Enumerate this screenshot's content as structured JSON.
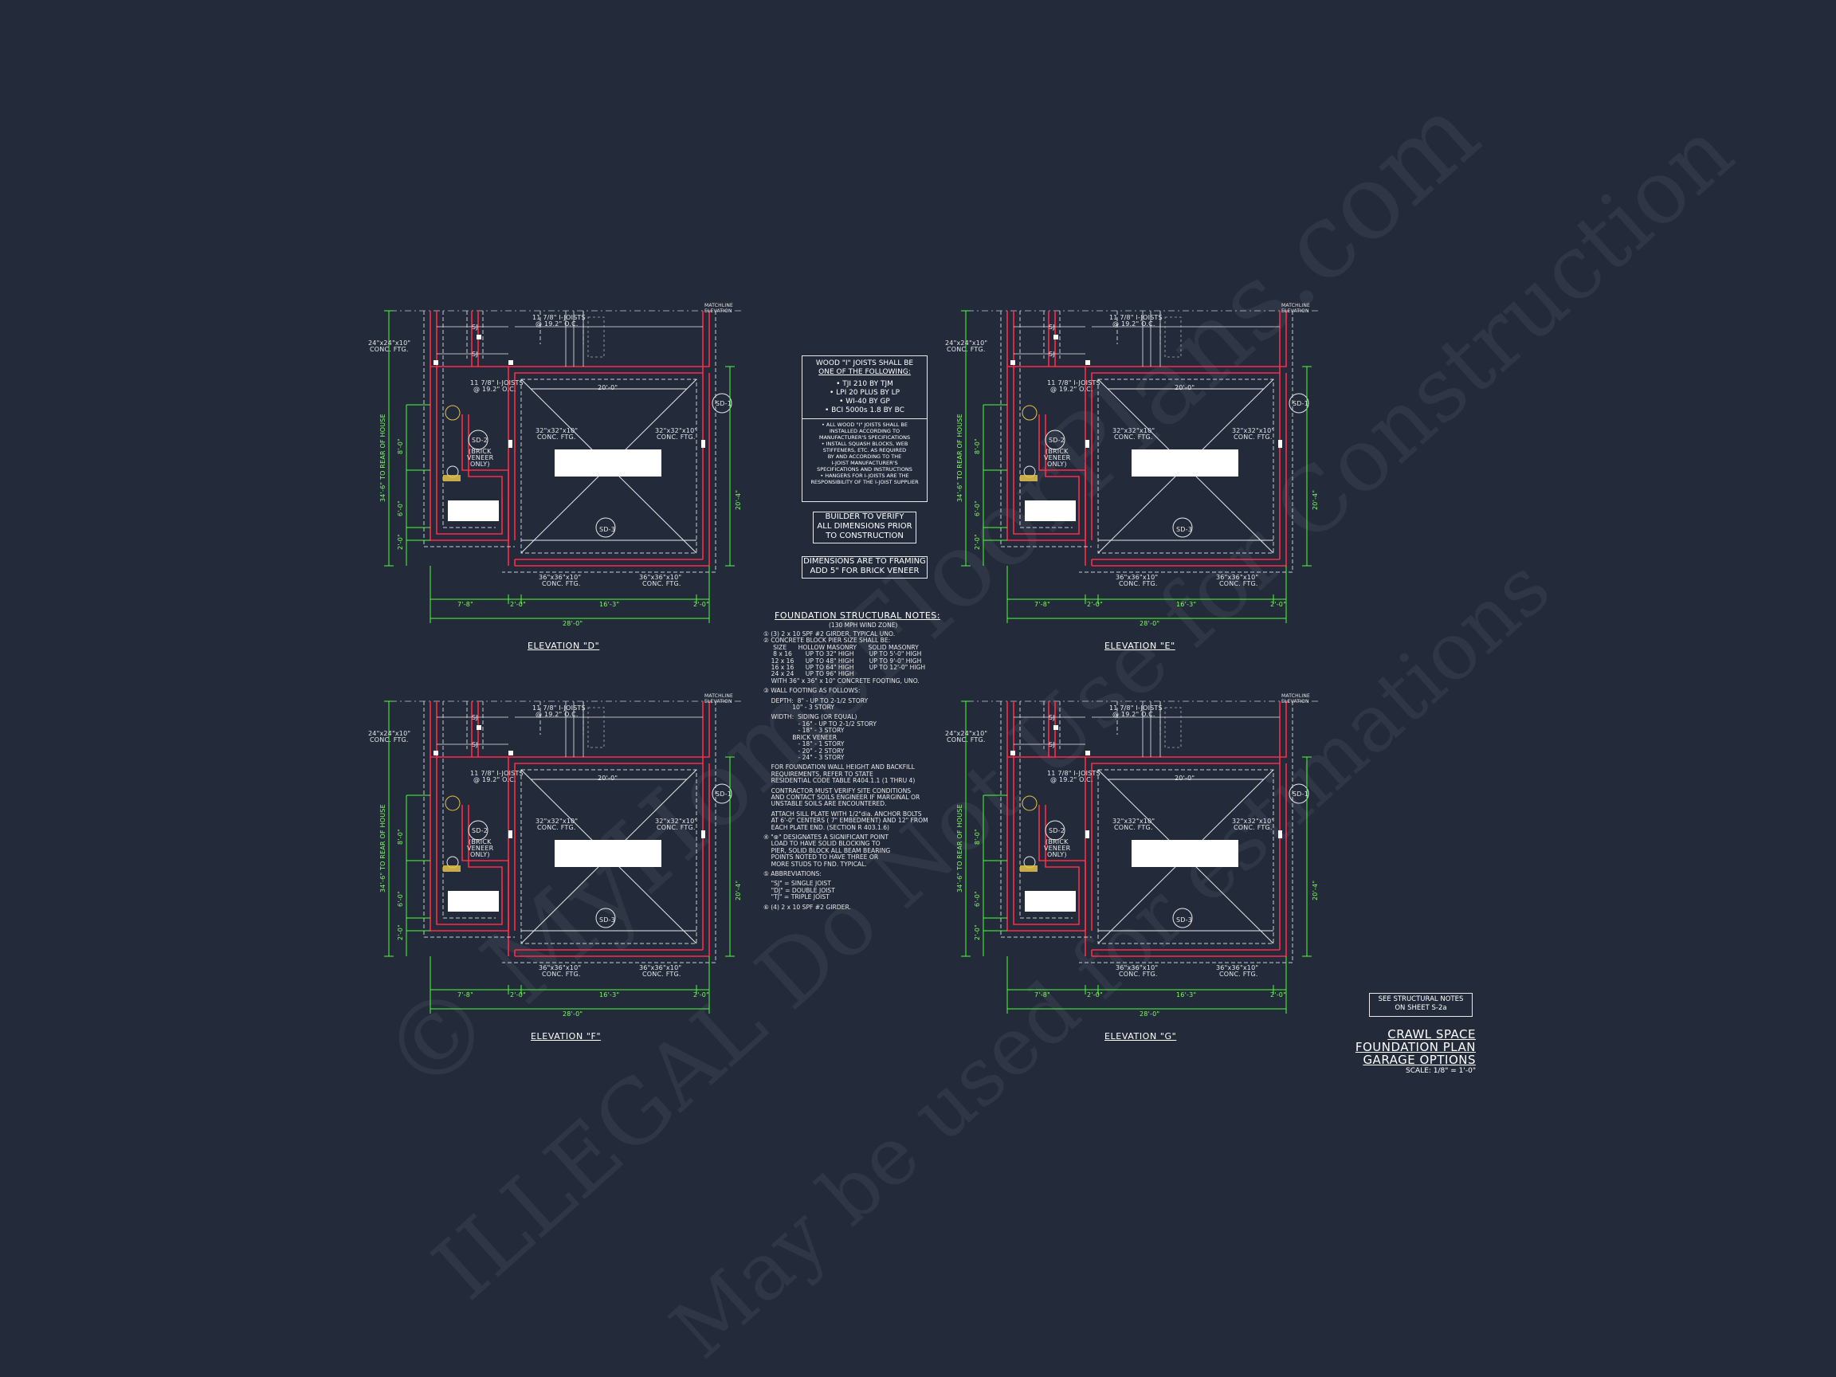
{
  "watermarks": [
    "© MyHomeFloorPlans.com",
    "ILLEGAL Do Not Use for Construction",
    "May be used for estimations"
  ],
  "plan_labels": {
    "matchline": "MATCHLINE",
    "elevation": "ELEVATION",
    "joist_top_1": "11 7/8\" I-JOISTS",
    "joist_top_2": "@ 19.2\" O.C.",
    "sj": "SJ",
    "footing_24": "24\"x24\"x10\"",
    "conc_ftg": "CONC. FTG.",
    "joist_mid_1": "11 7/8\" I-JOISTS",
    "joist_mid_2": "@ 19.2\" O.C.",
    "dim_20": "20'-0\"",
    "footing_32": "32\"x32\"x10\"",
    "footing_32b": "CONC. FTG.",
    "footing_36": "36\"x36\"x10\"",
    "footing_36b": "CONC. FTG.",
    "sd2": "SD-2",
    "sd3": "SD-3",
    "sd1": "SD-1",
    "brick_1": "(BRICK",
    "brick_2": "VENEER",
    "brick_3": "ONLY)",
    "dim_34": "34'-6\" TO REAR OF HOUSE",
    "dim_20_4": "20'-4\"",
    "dim_8_0": "8'-0\"",
    "dim_6_0": "6'-0\"",
    "dim_2_0": "2'-0\"",
    "dim_7_8": "7'-8\"",
    "dim_2_0h": "2'-0\"",
    "dim_16_3": "16'-3\"",
    "dim_2_0r": "2'-0\"",
    "dim_28_0": "28'-0\""
  },
  "elevations": [
    {
      "title": "ELEVATION \"D\""
    },
    {
      "title": "ELEVATION \"E\""
    },
    {
      "title": "ELEVATION \"F\""
    },
    {
      "title": "ELEVATION \"G\""
    }
  ],
  "ijoist_box": {
    "line1": "WOOD \"I\" JOISTS SHALL BE",
    "line2": "ONE OF THE FOLLOWING:",
    "options": [
      "• TJI 210 BY TJM",
      "• LPI 20 PLUS BY LP",
      "• WI-40 BY GP",
      "• BCI 5000s 1.8 BY BC"
    ],
    "notes": [
      "• ALL WOOD \"I\" JOISTS SHALL BE",
      "INSTALLED ACCORDING TO",
      "MANUFACTURER'S SPECIFICATIONS",
      "• INSTALL SQUASH BLOCKS, WEB",
      "STIFFENERS, ETC. AS REQUIRED",
      "BY AND ACCORDING TO THE",
      "I-JOIST MANUFACTURER'S",
      "SPECIFICATIONS AND INSTRUCTIONS",
      "• HANGERS FOR I-JOISTS ARE THE",
      "RESPONSIBILITY OF THE I-JOIST SUPPLIER"
    ]
  },
  "builder_box": [
    "BUILDER TO VERIFY",
    "ALL DIMENSIONS PRIOR",
    "TO CONSTRUCTION"
  ],
  "dimensions_box": [
    "DIMENSIONS ARE TO FRAMING",
    "ADD 5\" FOR BRICK VENEER"
  ],
  "foundation_notes": {
    "title": "FOUNDATION STRUCTURAL NOTES:",
    "subtitle": "(130 MPH WIND ZONE)",
    "lines": [
      "① (3) 2 x 10 SPF #2 GIRDER, TYPICAL UNO.",
      "② CONCRETE BLOCK PIER SIZE SHALL BE:",
      "     SIZE      HOLLOW MASONRY      SOLID MASONRY",
      "     8 x 16       UP TO 32\" HIGH        UP TO 5'-0\" HIGH",
      "    12 x 16      UP TO 48\" HIGH        UP TO 9'-0\" HIGH",
      "    16 x 16      UP TO 64\" HIGH        UP TO 12'-0\" HIGH",
      "    24 x 24      UP TO 96\" HIGH",
      "    WITH 36\" x 36\" x 10\" CONCRETE FOOTING, UNO.",
      "",
      "③ WALL FOOTING AS FOLLOWS:",
      "",
      "    DEPTH:  8\" - UP TO 2-1/2 STORY",
      "               10\" - 3 STORY",
      "",
      "    WIDTH:  SIDING (OR EQUAL)",
      "                  - 16\" - UP TO 2-1/2 STORY",
      "                  - 18\" - 3 STORY",
      "               BRICK VENEER",
      "                  - 18\" - 1 STORY",
      "                  - 20\" - 2 STORY",
      "                  - 24\" - 3 STORY",
      "",
      "    FOR FOUNDATION WALL HEIGHT AND BACKFILL",
      "    REQUIREMENTS, REFER TO STATE",
      "    RESIDENTIAL CODE TABLE R404.1.1 (1 THRU 4)",
      "",
      "    CONTRACTOR MUST VERIFY SITE CONDITIONS",
      "    AND CONTACT SOILS ENGINEER IF MARGINAL OR",
      "    UNSTABLE SOILS ARE ENCOUNTERED.",
      "",
      "    ATTACH SILL PLATE WITH 1/2\"dia. ANCHOR BOLTS",
      "    AT 6'-0\" CENTERS ( 7\" EMBEDMENT) AND 12\" FROM",
      "    EACH PLATE END. (SECTION R 403.1.6)",
      "",
      "④ \"⊗\" DESIGNATES A SIGNIFICANT POINT",
      "    LOAD TO HAVE SOLID BLOCKING TO",
      "    PIER, SOLID BLOCK ALL BEAM BEARING",
      "    POINTS NOTED TO HAVE THREE OR",
      "    MORE STUDS TO FND. TYPICAL.",
      "",
      "⑤ ABBREVIATIONS:",
      "",
      "    \"SJ\" = SINGLE JOIST",
      "    \"DJ\" = DOUBLE JOIST",
      "    \"TJ\" = TRIPLE JOIST",
      "",
      "⑥ (4) 2 x 10 SPF #2 GIRDER."
    ]
  },
  "see_notes_box": [
    "SEE STRUCTURAL NOTES",
    "ON SHEET S-2a"
  ],
  "sheet_title": {
    "lines": [
      "CRAWL SPACE",
      "FOUNDATION PLAN",
      "GARAGE OPTIONS"
    ],
    "scale": "SCALE: 1/8\" = 1'-0\""
  }
}
